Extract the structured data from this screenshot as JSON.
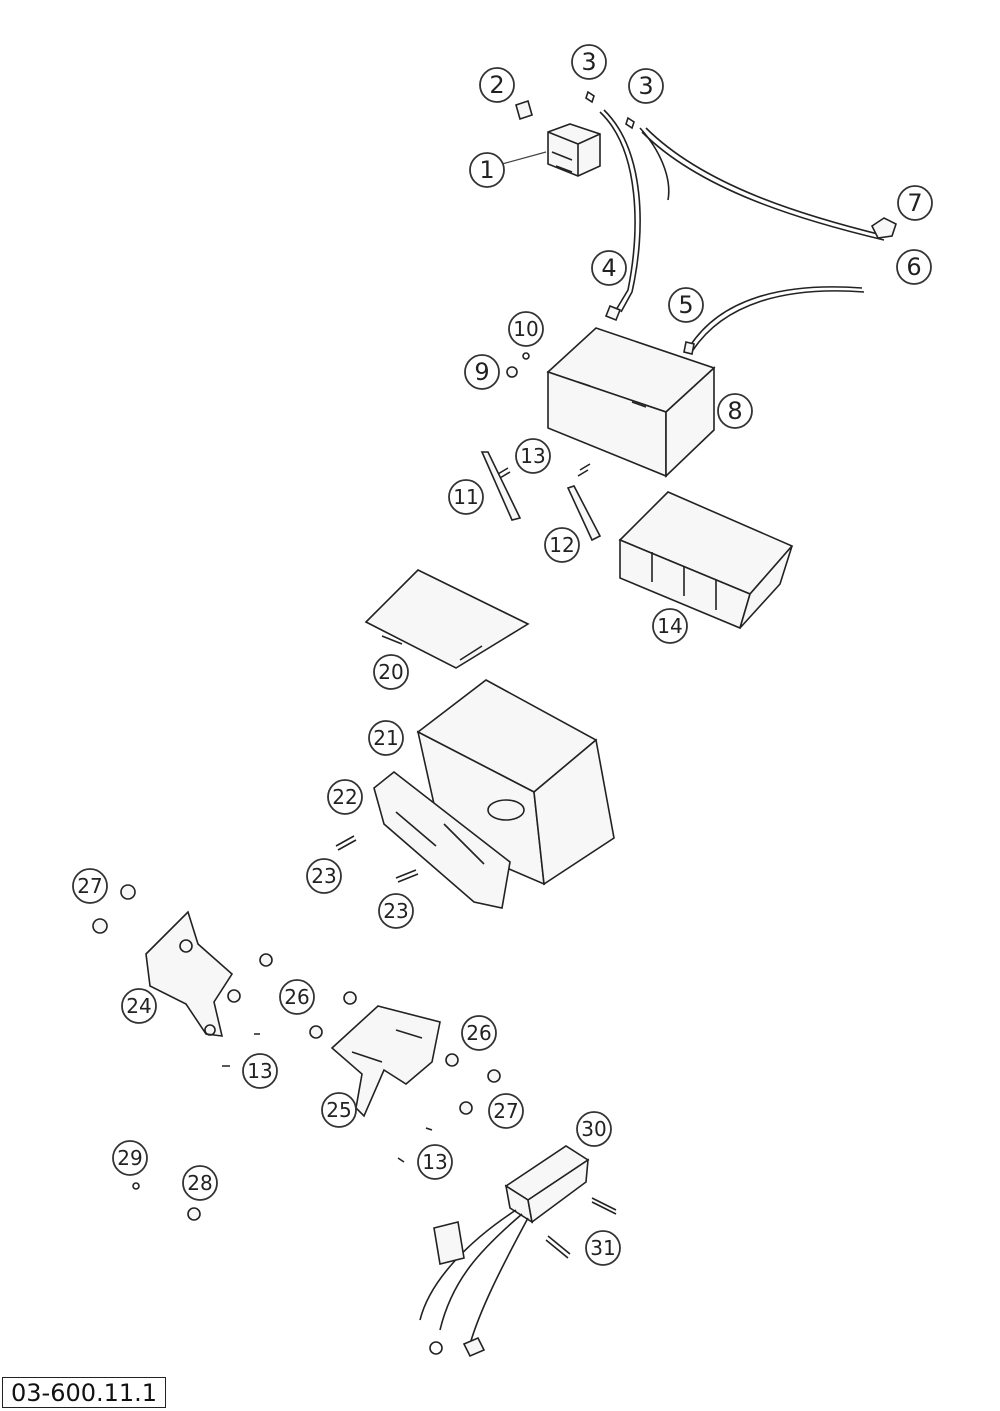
{
  "diagram": {
    "reference_code": "03-600.11.1",
    "callouts": [
      "1",
      "2",
      "3",
      "3",
      "7",
      "6",
      "4",
      "5",
      "10",
      "9",
      "8",
      "13",
      "11",
      "12",
      "14",
      "20",
      "21",
      "22",
      "23",
      "23",
      "27",
      "24",
      "26",
      "26",
      "13",
      "25",
      "27",
      "13",
      "29",
      "28",
      "30",
      "31"
    ]
  }
}
